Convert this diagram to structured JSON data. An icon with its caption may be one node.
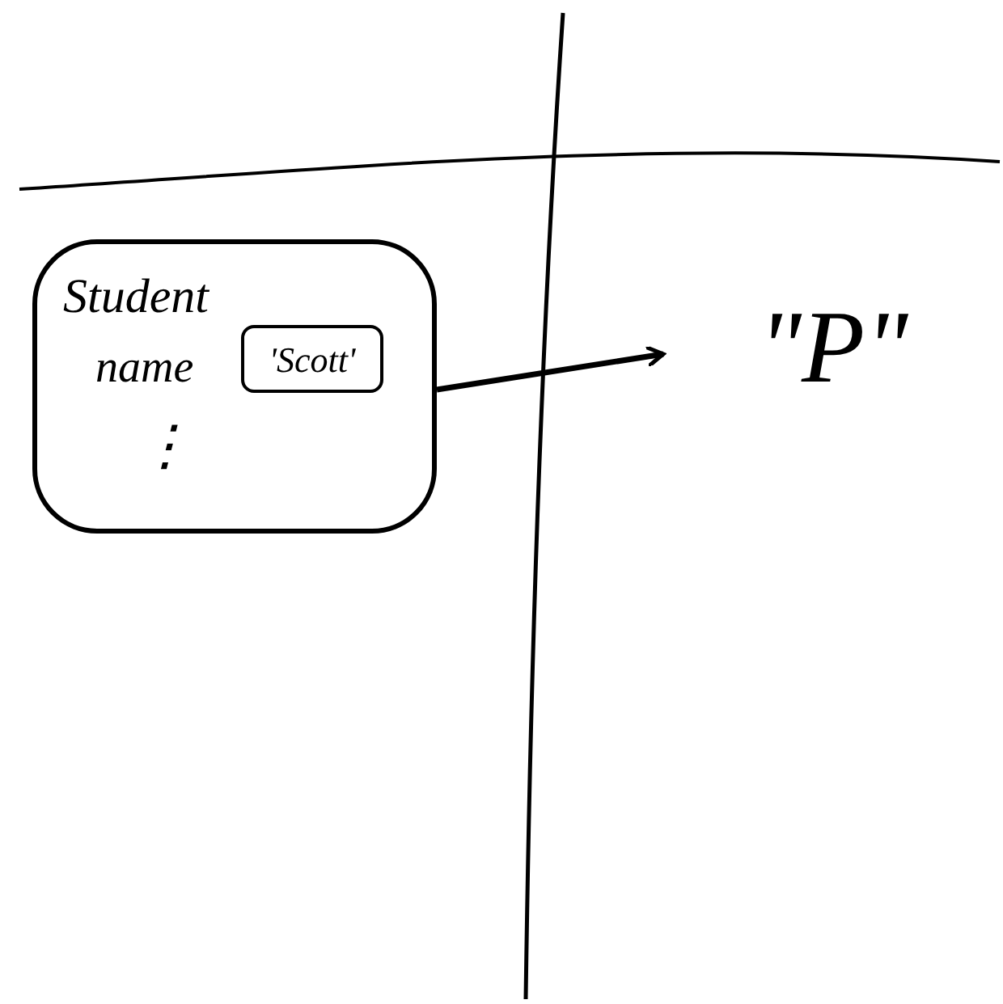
{
  "diagram": {
    "nodes": [
      {
        "text": [
          "Student",
          "name",
          "⋮"
        ]
      },
      {
        "text": [
          "'Scott'"
        ],
        "in": 0
      },
      {
        "text": [
          "\"P\""
        ]
      }
    ],
    "edges": [
      {
        "from": 0,
        "to": 2,
        "arrow": "to"
      }
    ]
  }
}
